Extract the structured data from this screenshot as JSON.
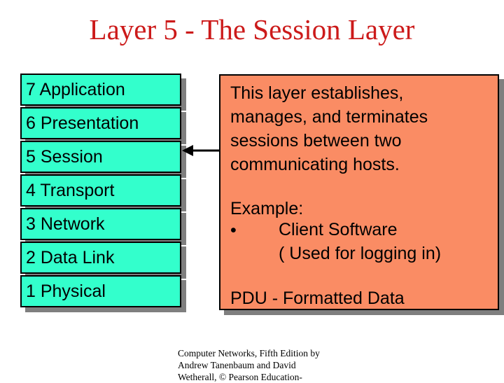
{
  "title": "Layer 5 - The Session Layer",
  "layers": [
    {
      "label": "7  Application"
    },
    {
      "label": "6  Presentation"
    },
    {
      "label": "5  Session"
    },
    {
      "label": "4  Transport"
    },
    {
      "label": "3  Network"
    },
    {
      "label": "2  Data Link"
    },
    {
      "label": "1  Physical"
    }
  ],
  "panel": {
    "description_lines": [
      "This layer establishes,",
      "manages, and terminates",
      "sessions between two",
      "communicating hosts."
    ],
    "example_label": "Example:",
    "example_bullet": "•",
    "example_lines": [
      "Client Software",
      "( Used for logging in)"
    ],
    "pdu": "PDU - Formatted Data"
  },
  "footer_lines": [
    "Computer Networks, Fifth Edition by",
    "Andrew Tanenbaum and David",
    "Wetherall, © Pearson Education-"
  ]
}
